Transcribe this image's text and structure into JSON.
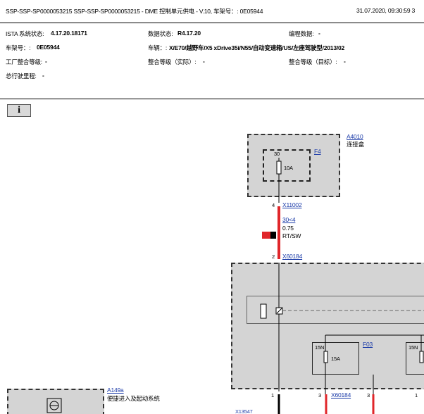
{
  "header": {
    "title": "SSP-SSP-SP0000053215 SSP-SSP-SP0000053215 - DME 控制单元供电 - V.10, 车架号：: 0E05944",
    "datetime": "31.07.2020, 09:30:59 3"
  },
  "info": {
    "ista_label": "ISTA 系统状态:",
    "ista_value": "4.17.20.18171",
    "data_label": "数据状态:",
    "data_value": "R4.17.20",
    "prog_label": "编程数据:",
    "prog_value": "-",
    "vin_label": "车架号：:",
    "vin_value": "0E05944",
    "vehicle_label": "车辆：:",
    "vehicle_value": "X/E70/越野车/X5 xDrive35i/N55/自动变速箱/US/左座驾驶型/2013/02",
    "factory_label": "工厂整合等级:",
    "factory_value": "-",
    "actual_label": "整合等级（实际）:",
    "actual_value": "-",
    "target_label": "整合等级（目标）:",
    "target_value": "-",
    "mileage_label": "总行驶里程:",
    "mileage_value": "-"
  },
  "info_button": {
    "label": "i"
  },
  "diagram": {
    "a4010": {
      "id": "A4010",
      "name": "连接盒"
    },
    "f4": {
      "id": "F4",
      "pin": "30",
      "rating": "10A"
    },
    "x11002": {
      "pin": "4",
      "id": "X11002"
    },
    "wire": {
      "id": "30<4",
      "size": "0.75",
      "color": "RT/SW"
    },
    "x60184_top": {
      "pin": "2",
      "id": "X60184"
    },
    "f03": {
      "id": "F03",
      "pin": "15N",
      "rating": "15A"
    },
    "f_right": {
      "pin": "15N"
    },
    "bottom_pins": {
      "left": "1",
      "mid": "3",
      "id": "X60184",
      "right_a": "3",
      "right_b": "1"
    },
    "a149a": {
      "id": "A149a",
      "name": "便捷进入及起动系统"
    },
    "x13547": {
      "id": "X13547"
    },
    "colors": {
      "wire_red": "#e0262a",
      "box_fill": "#d4d4d4",
      "link": "#1a3aa8"
    }
  }
}
